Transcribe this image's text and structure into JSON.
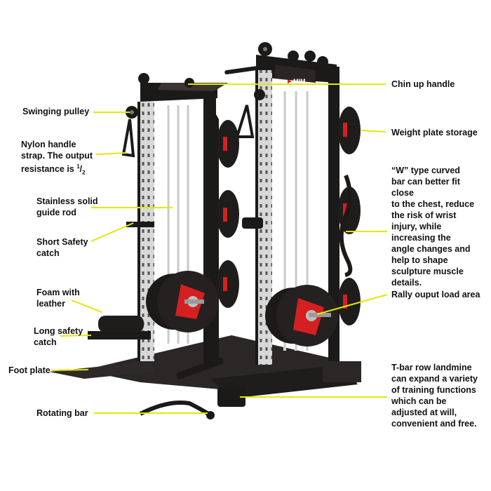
{
  "brand": "MIM",
  "colors": {
    "leader_line": "#e8e600",
    "frame": "#1c1a19",
    "accent": "#d42020",
    "chrome": "#c9c9c9"
  },
  "labels": {
    "swinging_pulley": "Swinging pulley",
    "nylon_strap_1": "Nylon handle",
    "nylon_strap_2": "strap. The output",
    "nylon_strap_3_prefix": "resistance is ",
    "nylon_strap_frac_num": "1",
    "nylon_strap_frac_sep": "/",
    "nylon_strap_frac_den": "2",
    "guide_rod_1": "Stainless solid",
    "guide_rod_2": "guide rod",
    "short_catch_1": "Short Safety",
    "short_catch_2": "catch",
    "foam_1": "Foam with",
    "foam_2": "leather",
    "long_catch_1": "Long safety",
    "long_catch_2": "catch",
    "foot_plate": "Foot plate",
    "rotating_bar": "Rotating bar",
    "chin_up": "Chin up handle",
    "plate_storage": "Weight plate storage",
    "w_bar_1": "“W” type curved",
    "w_bar_2": "bar can better fit",
    "w_bar_3": "close",
    "w_bar_4": "to the chest, reduce",
    "w_bar_5": "the risk of wrist",
    "w_bar_6": "injury, while",
    "w_bar_7": "increasing the",
    "w_bar_8": "angle changes and",
    "w_bar_9": "help to shape",
    "w_bar_10": "sculpture muscle",
    "w_bar_11": "details.",
    "load_area": "Rally ouput load area",
    "landmine_1": "T-bar row landmine",
    "landmine_2": "can expand a variety",
    "landmine_3": "of training functions",
    "landmine_4": "which can be",
    "landmine_5": "adjusted at will,",
    "landmine_6": "convenient and free."
  }
}
